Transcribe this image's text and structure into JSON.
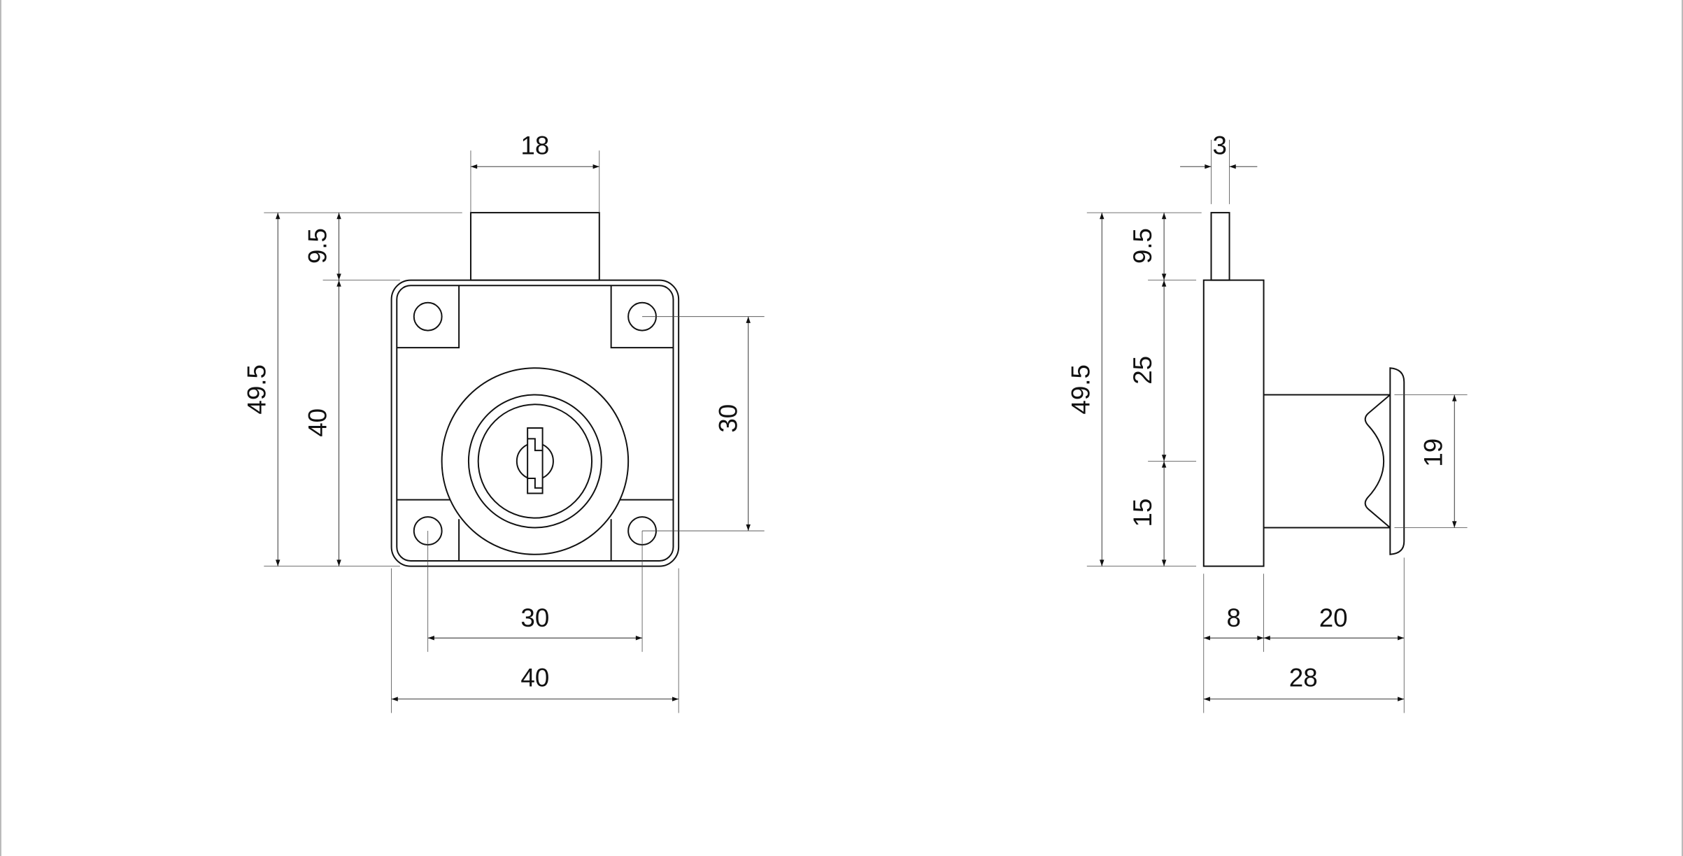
{
  "drawing": {
    "front_view": {
      "dimensions": {
        "bolt_width": "18",
        "bolt_projection": "9.5",
        "overall_height": "49.5",
        "body_height": "40",
        "hole_spacing_vertical": "30",
        "hole_spacing_horizontal": "30",
        "body_width": "40"
      }
    },
    "side_view": {
      "dimensions": {
        "bolt_thickness": "3",
        "bolt_projection": "9.5",
        "overall_height": "49.5",
        "upper_offset": "25",
        "lower_offset": "15",
        "knob_diameter": "19",
        "body_depth": "8",
        "cylinder_length": "20",
        "overall_depth": "28"
      }
    }
  }
}
